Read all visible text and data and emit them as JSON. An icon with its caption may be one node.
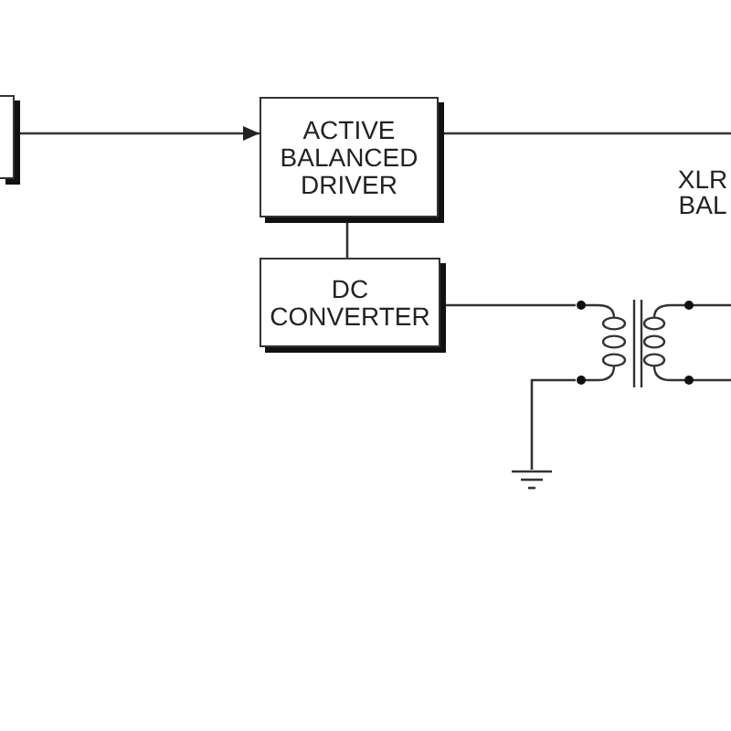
{
  "diagram": {
    "nodes": [
      {
        "text": [],
        "shape": "box"
      },
      {
        "text": [
          "ACTIVE BALANCED DRIVER"
        ]
      },
      {
        "text": [
          "DC CONVERTER"
        ]
      },
      {
        "text": [],
        "shape": "transformer"
      },
      {
        "text": [],
        "shape": "ground"
      }
    ],
    "edges": [
      {
        "from": 0,
        "to": 1,
        "arrow": "to"
      },
      {
        "from": 1,
        "to": 2,
        "arrow": "none"
      },
      {
        "from": 1,
        "to": null,
        "arrow": "none"
      },
      {
        "from": 2,
        "to": 3,
        "arrow": "none"
      },
      {
        "from": 3,
        "to": null,
        "arrow": "none"
      },
      {
        "from": 3,
        "to": null,
        "arrow": "none"
      },
      {
        "from": 3,
        "to": 4,
        "arrow": "none"
      }
    ],
    "labels": [
      "XLR BAL"
    ]
  }
}
